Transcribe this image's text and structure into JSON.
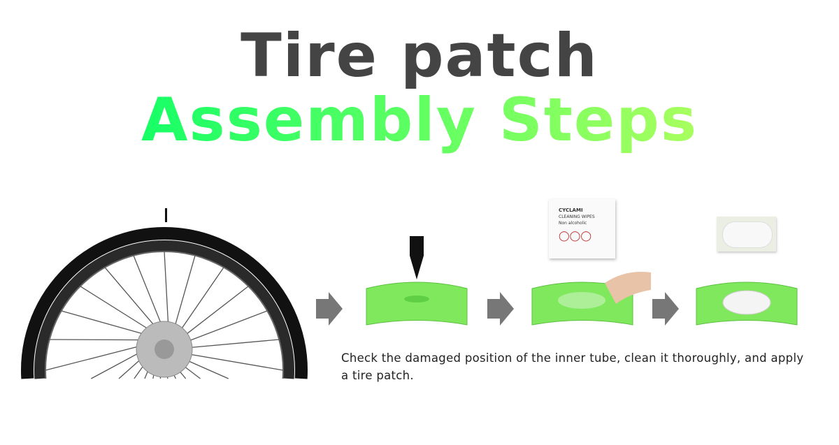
{
  "title_line1": "Tire patch",
  "title_line2": "Assembly Steps",
  "caption": "Check the damaged position of the inner tube, clean it thoroughly, and apply a tire patch.",
  "wipes": {
    "brand": "CYCLAMI",
    "line1": "CLEANING WIPES",
    "line2": "Non alcoholic"
  },
  "colors": {
    "title": "#444444",
    "gradient_start": "#17ff66",
    "gradient_end": "#a8ff5e",
    "tube": "#7ee85c",
    "arrow": "#777777"
  }
}
